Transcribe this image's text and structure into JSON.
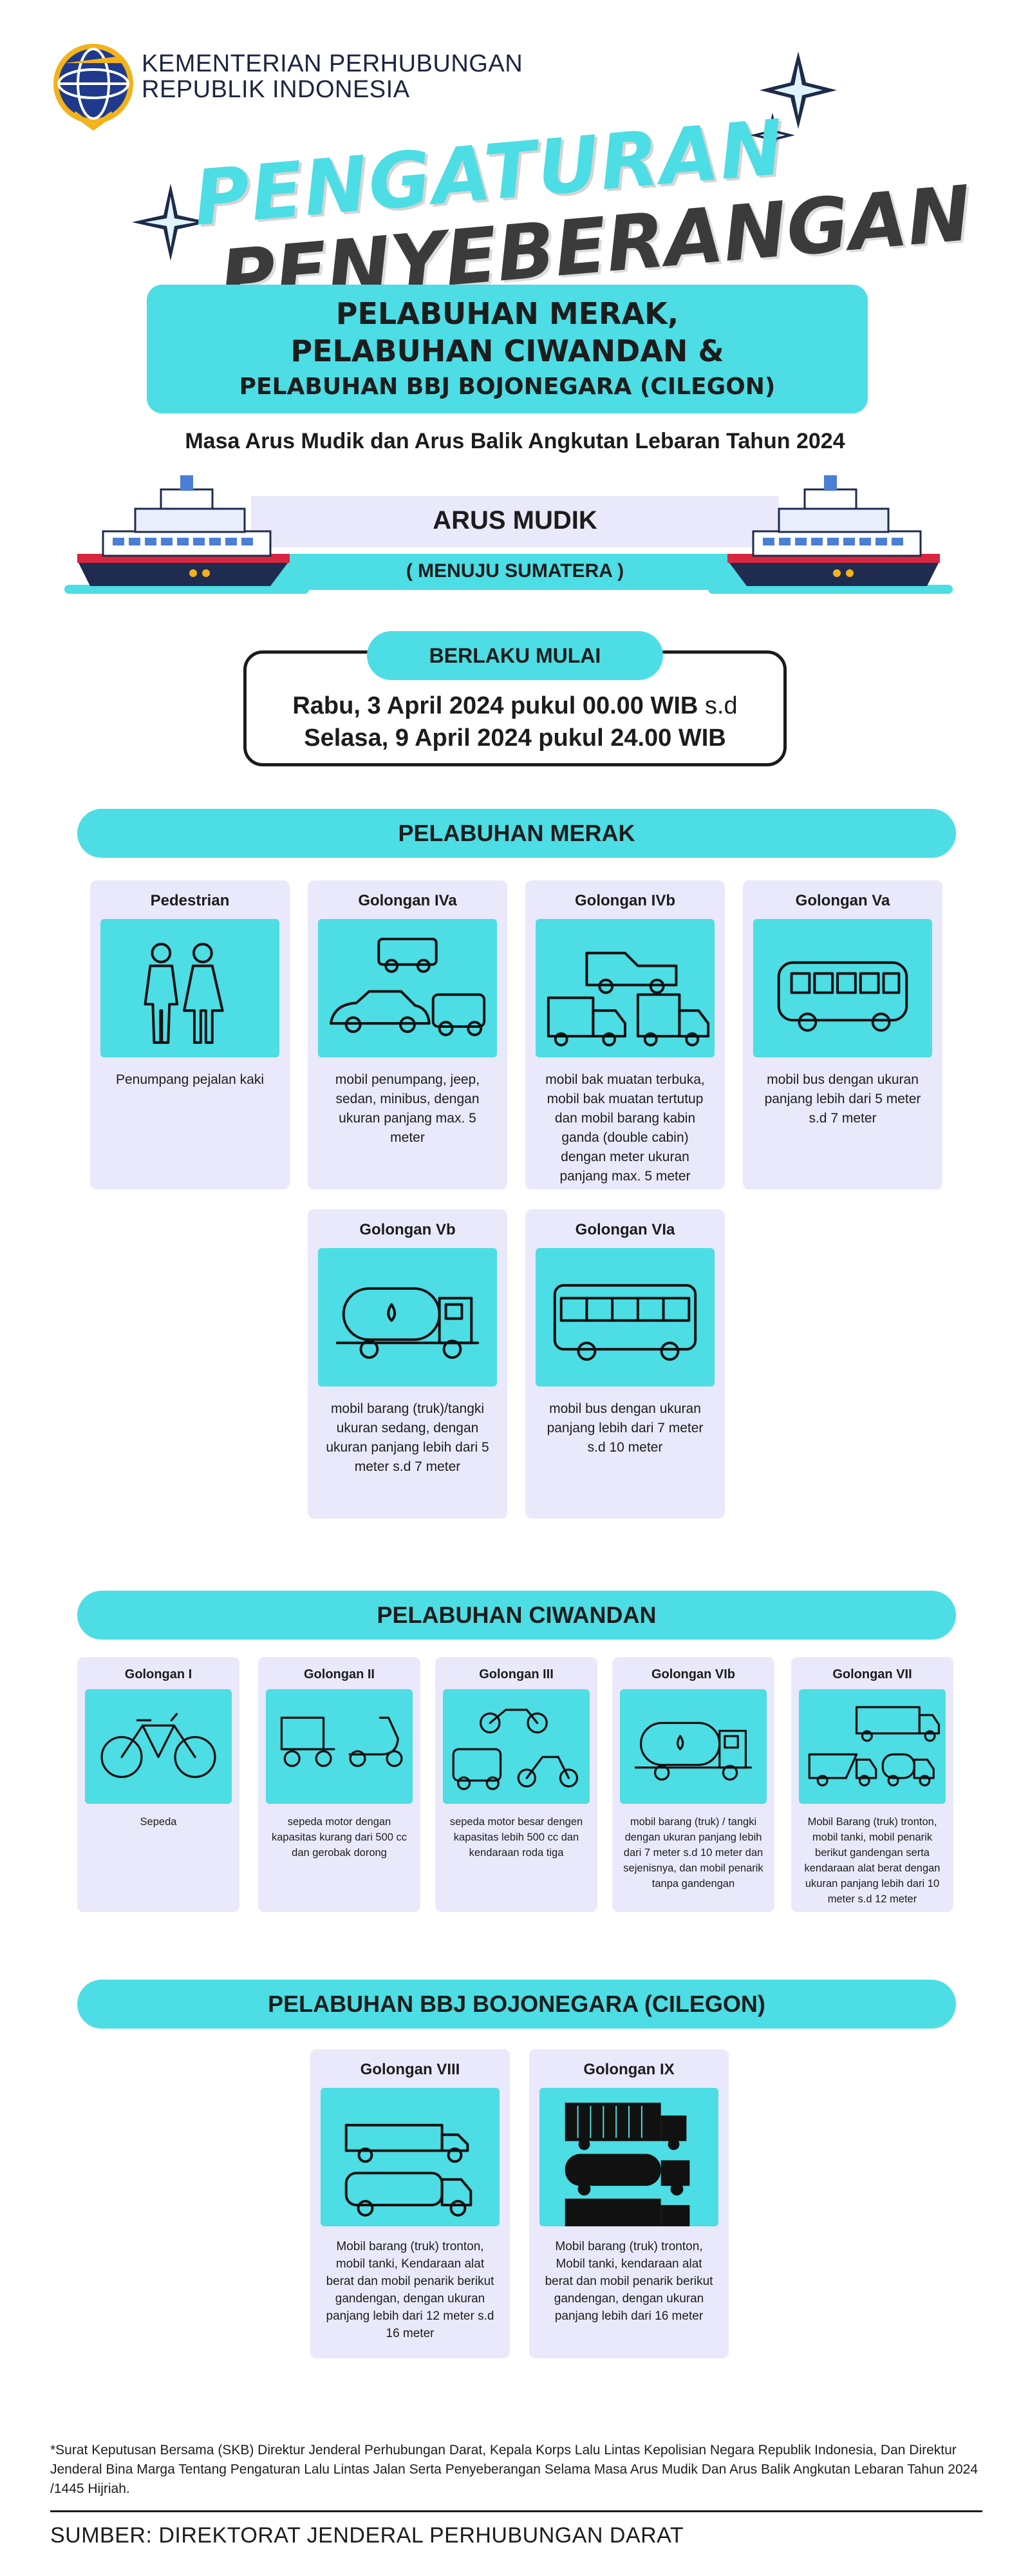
{
  "header": {
    "ministry_line1": "KEMENTERIAN PERHUBUNGAN",
    "ministry_line2": "REPUBLIK INDONESIA",
    "title_line1": "PENGATURAN",
    "title_line2": "PENYEBERANGAN",
    "ports_line1": "PELABUHAN MERAK,",
    "ports_line2": "PELABUHAN CIWANDAN &",
    "ports_line3": "PELABUHAN BBJ BOJONEGARA (CILEGON)",
    "subtitle": "Masa Arus Mudik dan Arus Balik Angkutan Lebaran Tahun 2024"
  },
  "arus": {
    "label": "ARUS MUDIK",
    "direction": "( MENUJU SUMATERA )"
  },
  "berlaku": {
    "label": "BERLAKU MULAI",
    "line1_main": "Rabu, 3 April 2024 pukul 00.00 WIB",
    "line1_suffix": " s.d",
    "line2": "Selasa, 9 April 2024 pukul 24.00 WIB"
  },
  "merak": {
    "title": "PELABUHAN MERAK",
    "cards": [
      {
        "title": "Pedestrian",
        "desc": "Penumpang pejalan kaki",
        "icon": "pedestrian-icon"
      },
      {
        "title": "Golongan IVa",
        "desc": "mobil penumpang, jeep, sedan, minibus, dengan ukuran panjang max. 5 meter",
        "icon": "car-icon"
      },
      {
        "title": "Golongan IVb",
        "desc": "mobil bak muatan terbuka, mobil bak muatan tertutup dan mobil barang kabin ganda (double cabin) dengan meter ukuran panjang max. 5 meter",
        "icon": "pickup-truck-icon"
      },
      {
        "title": "Golongan Va",
        "desc": "mobil bus dengan ukuran panjang lebih dari 5 meter s.d 7 meter",
        "icon": "minibus-icon"
      },
      {
        "title": "Golongan Vb",
        "desc": "mobil barang (truk)/tangki ukuran sedang, dengan ukuran panjang lebih dari 5 meter s.d 7 meter",
        "icon": "tanker-truck-icon"
      },
      {
        "title": "Golongan VIa",
        "desc": "mobil bus dengan ukuran panjang lebih dari 7 meter s.d 10 meter",
        "icon": "bus-icon"
      }
    ]
  },
  "ciwandan": {
    "title": "PELABUHAN CIWANDAN",
    "cards": [
      {
        "title": "Golongan I",
        "desc": "Sepeda",
        "icon": "bicycle-icon"
      },
      {
        "title": "Golongan II",
        "desc": "sepeda motor dengan kapasitas kurang dari 500 cc dan gerobak dorong",
        "icon": "scooter-icon"
      },
      {
        "title": "Golongan III",
        "desc": "sepeda motor besar dengen kapasitas lebih 500 cc dan kendaraan roda tiga",
        "icon": "motorcycle-icon"
      },
      {
        "title": "Golongan VIb",
        "desc": "mobil barang (truk) / tangki dengan ukuran panjang lebih dari 7 meter s.d 10 meter dan sejenisnya, dan mobil penarik tanpa gandengan",
        "icon": "tanker-truck-icon"
      },
      {
        "title": "Golongan VII",
        "desc": "Mobil Barang (truk) tronton, mobil tanki, mobil penarik berikut gandengan serta kendaraan alat berat dengan ukuran panjang lebih dari 10 meter s.d 12 meter",
        "icon": "trailer-truck-icon"
      }
    ]
  },
  "bojonegara": {
    "title": "PELABUHAN BBJ BOJONEGARA (CILEGON)",
    "cards": [
      {
        "title": "Golongan VIII",
        "desc": "Mobil barang (truk) tronton, mobil tanki, Kendaraan alat berat dan mobil penarik berikut gandengan, dengan ukuran panjang lebih dari 12 meter s.d 16 meter",
        "icon": "heavy-truck-icon"
      },
      {
        "title": "Golongan IX",
        "desc": "Mobil barang (truk) tronton, Mobil tanki, kendaraan alat berat dan mobil penarik berikut gandengan, dengan ukuran panjang lebih dari 16 meter",
        "icon": "container-truck-icon"
      }
    ]
  },
  "footer": {
    "note": "*Surat Keputusan Bersama (SKB) Direktur Jenderal Perhubungan Darat, Kepala Korps Lalu Lintas Kepolisian Negara Republik Indonesia, Dan Direktur Jenderal Bina Marga Tentang Pengaturan Lalu Lintas Jalan Serta Penyeberangan Selama Masa Arus Mudik Dan Arus Balik Angkutan Lebaran Tahun 2024 /1445 Hijriah.",
    "source": "SUMBER: DIREKTORAT JENDERAL PERHUBUNGAN DARAT"
  },
  "colors": {
    "accent": "#4ddde4",
    "card_bg": "#e9e9fb",
    "dark": "#1c1c1c",
    "title_gray": "#3b3b3b"
  }
}
